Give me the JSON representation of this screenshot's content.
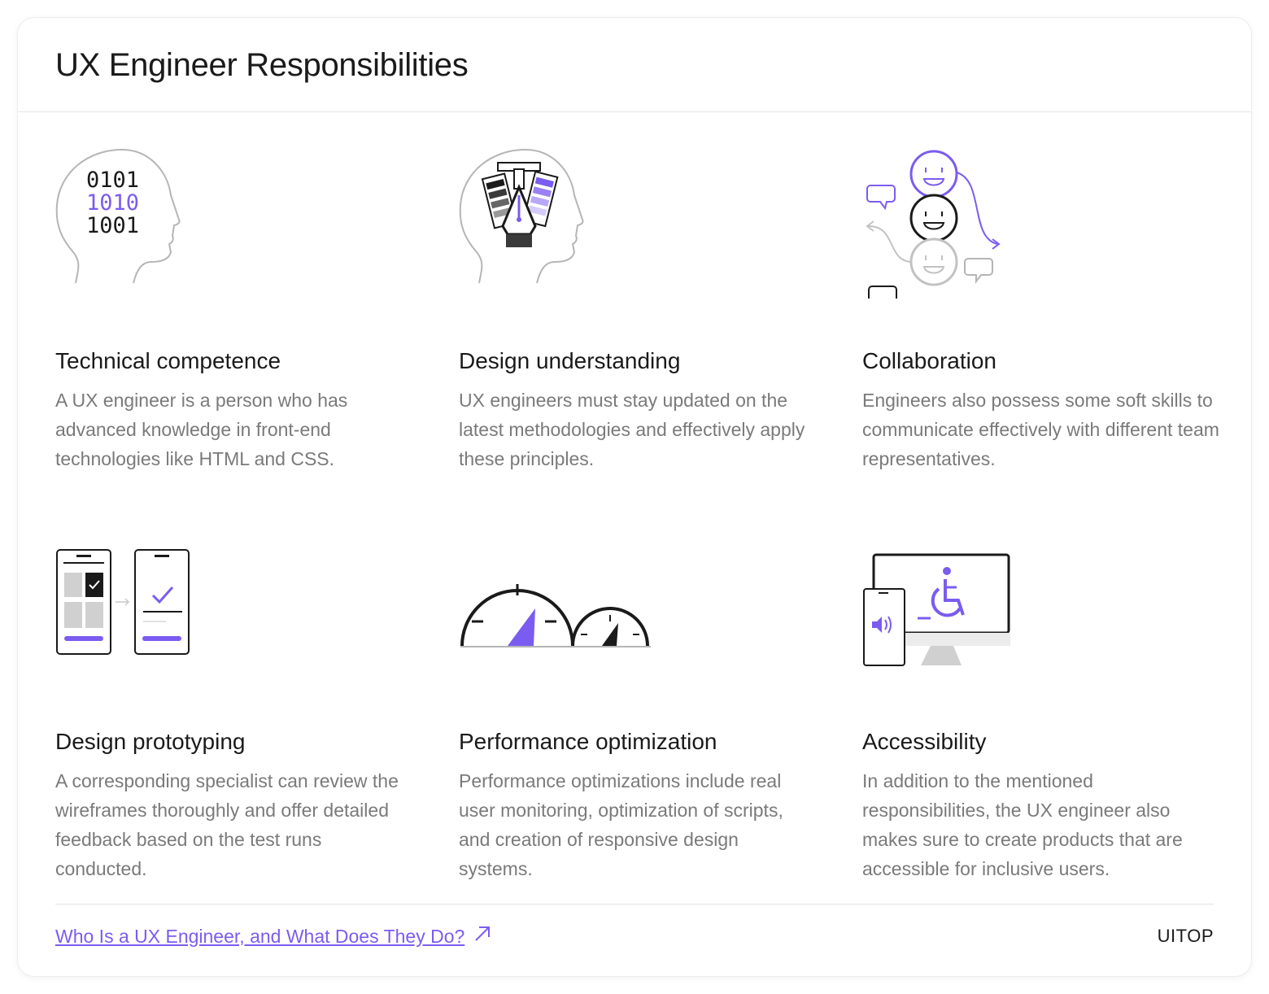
{
  "page": {
    "title": "UX Engineer Responsibilities",
    "accent_color": "#7b5cf0"
  },
  "items": [
    {
      "title": "Technical competence",
      "description": "A UX engineer is a person who has advanced knowledge in front-end technologies like HTML and CSS.",
      "icon": "head-binary-icon",
      "binary": [
        "0101",
        "1010",
        "1001"
      ]
    },
    {
      "title": "Design understanding",
      "description": "UX engineers must stay updated on the latest methodologies and effectively apply these principles.",
      "icon": "head-pen-palette-icon"
    },
    {
      "title": "Collaboration",
      "description": "Engineers also possess some soft skills to communicate effectively with different team representatives.",
      "icon": "faces-speech-bubbles-icon"
    },
    {
      "title": "Design prototyping",
      "description": "A corresponding specialist can review the wireframes thoroughly and offer detailed feedback based on the test runs conducted.",
      "icon": "phone-wireframes-icon"
    },
    {
      "title": "Performance optimization",
      "description": "Performance optimizations include real user monitoring, optimization of scripts, and creation of responsive design systems.",
      "icon": "speedometer-gauges-icon"
    },
    {
      "title": "Accessibility",
      "description": "In addition to the mentioned responsibilities, the UX engineer also makes sure to create products that are accessible for inclusive users.",
      "icon": "accessibility-devices-icon"
    }
  ],
  "footer": {
    "link_text": "Who Is a UX Engineer, and What Does They Do?",
    "link_icon": "arrow-up-right-icon",
    "brand": "UITOP"
  }
}
